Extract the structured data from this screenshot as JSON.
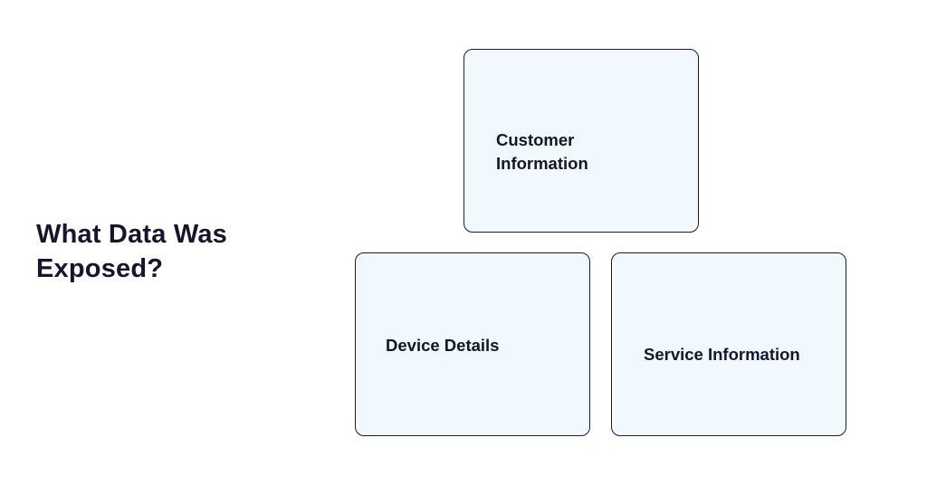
{
  "heading": "What Data Was Exposed?",
  "boxes": {
    "customer": {
      "label": "Customer Information"
    },
    "device": {
      "label": "Device Details"
    },
    "service": {
      "label": "Service Information"
    }
  },
  "colors": {
    "box_fill": "#f1f8fe",
    "box_border": "#1c1c2e",
    "text": "#15152e",
    "background": "#ffffff"
  }
}
